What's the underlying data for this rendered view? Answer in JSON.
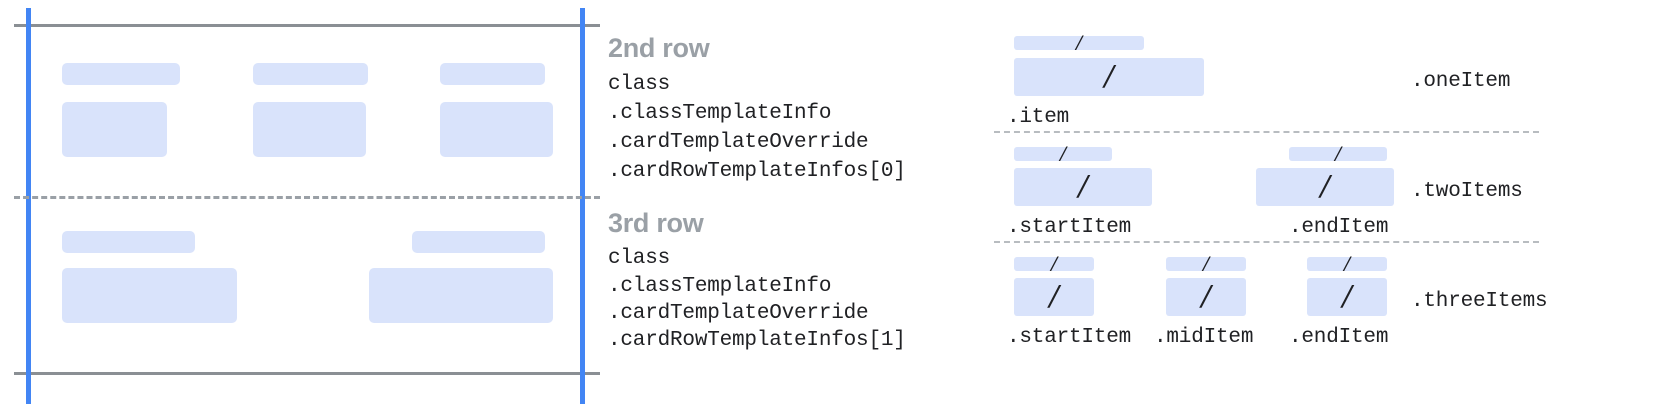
{
  "colors": {
    "placeholder_fill": "#d9e3fb",
    "guide_blue": "#4285f4",
    "guide_gray": "#8a8f94",
    "divider_gray": "#9aa0a6",
    "heading_gray": "#9aa0a6",
    "code_text": "#202124",
    "background": "#ffffff"
  },
  "left_panel": {
    "rows": [
      {
        "name": "2nd row",
        "cells": [
          {
            "label_bar": true,
            "content_bar": true
          },
          {
            "label_bar": true,
            "content_bar": true
          },
          {
            "label_bar": true,
            "content_bar": true
          }
        ]
      },
      {
        "name": "3rd row",
        "cells": [
          {
            "label_bar": true,
            "content_bar": true
          },
          {
            "label_bar": true,
            "content_bar": true
          }
        ]
      }
    ]
  },
  "annotations": [
    {
      "title": "2nd row",
      "code": [
        "class",
        ".classTemplateInfo",
        ".cardTemplateOverride",
        ".cardRowTemplateInfos[0]"
      ]
    },
    {
      "title": "3rd row",
      "code": [
        "class",
        ".classTemplateInfo",
        ".cardTemplateOverride",
        ".cardRowTemplateInfos[1]"
      ]
    }
  ],
  "layout_samples": [
    {
      "group_label": ".oneItem",
      "items": [
        {
          "sub_label": ".item",
          "glyph": "/"
        }
      ]
    },
    {
      "group_label": ".twoItems",
      "items": [
        {
          "sub_label": ".startItem",
          "glyph": "/"
        },
        {
          "sub_label": ".endItem",
          "glyph": "/"
        }
      ]
    },
    {
      "group_label": ".threeItems",
      "items": [
        {
          "sub_label": ".startItem",
          "glyph": "/"
        },
        {
          "sub_label": ".midItem",
          "glyph": "/"
        },
        {
          "sub_label": ".endItem",
          "glyph": "/"
        }
      ]
    }
  ]
}
